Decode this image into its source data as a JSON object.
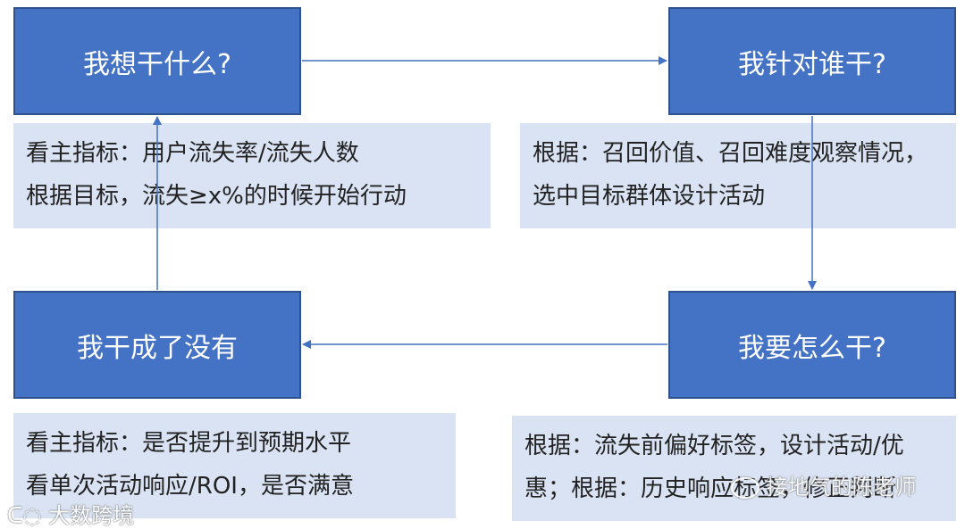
{
  "boxes": {
    "what": "我想干什么?",
    "who": "我针对谁干?",
    "how": "我要怎么干?",
    "done": "我干成了没有"
  },
  "notes": {
    "what": [
      "看主指标：用户流失率/流失人数",
      "根据目标，流失≥x%的时候开始行动"
    ],
    "who": [
      "根据：召回价值、召回难度观察情况，",
      "选中目标群体设计活动"
    ],
    "done": [
      "看主指标：是否提升到预期水平",
      "看单次活动响应/ROI，是否满意"
    ],
    "how": [
      "根据：流失前偏好标签，设计活动/优",
      "惠；根据：历史响应标签，修正判断"
    ]
  },
  "watermarks": {
    "left": "大数跨境",
    "right": "接地气的陈老师"
  },
  "colors": {
    "box_fill": "#4472c4",
    "note_fill": "#dae3f3",
    "arrow": "#4472c4"
  }
}
